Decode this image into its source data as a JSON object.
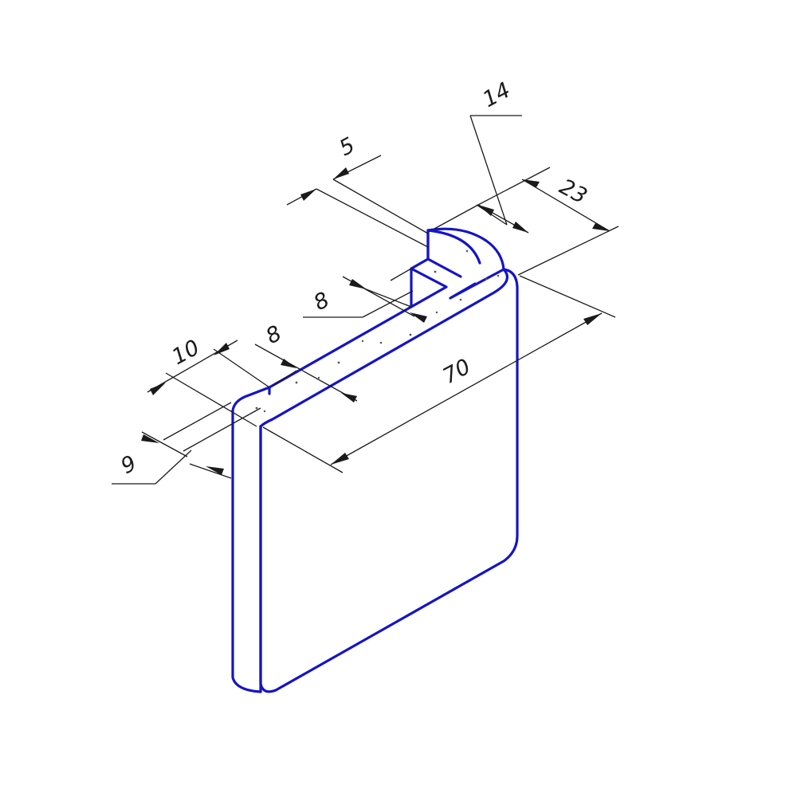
{
  "drawing": {
    "dimensions": [
      {
        "id": "dim-5",
        "text": "5"
      },
      {
        "id": "dim-14",
        "text": "14"
      },
      {
        "id": "dim-23",
        "text": "23"
      },
      {
        "id": "dim-8-groove",
        "text": "8"
      },
      {
        "id": "dim-10",
        "text": "10"
      },
      {
        "id": "dim-8-lip",
        "text": "8"
      },
      {
        "id": "dim-70",
        "text": "70"
      },
      {
        "id": "dim-9",
        "text": "9"
      }
    ],
    "colors": {
      "outline": "#1414c8",
      "dimension": "#1a1a1a",
      "background": "#ffffff"
    }
  }
}
